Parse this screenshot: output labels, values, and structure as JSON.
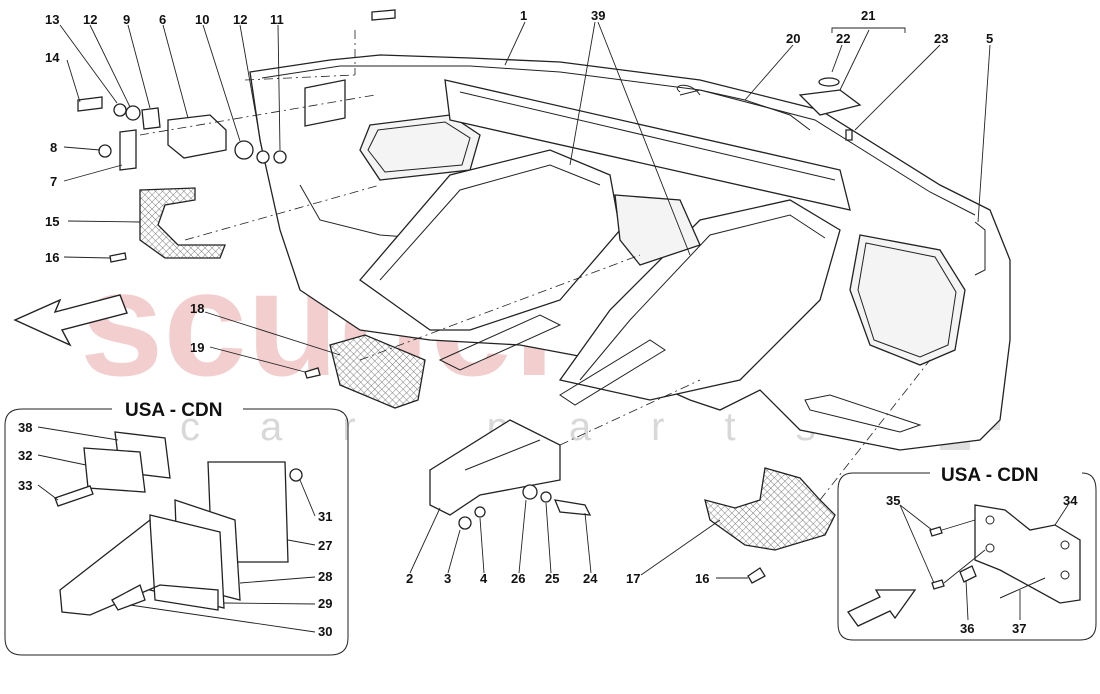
{
  "watermark": {
    "brand": "scuderia",
    "subtitle": "car parts"
  },
  "insets": {
    "left_title": "USA - CDN",
    "right_title": "USA - CDN"
  },
  "callouts": {
    "c1": "1",
    "c2": "2",
    "c3": "3",
    "c4": "4",
    "c5": "5",
    "c6": "6",
    "c7": "7",
    "c8": "8",
    "c9": "9",
    "c10": "10",
    "c11": "11",
    "c12a": "12",
    "c12b": "12",
    "c13": "13",
    "c14": "14",
    "c15": "15",
    "c16a": "16",
    "c16b": "16",
    "c17": "17",
    "c18": "18",
    "c19": "19",
    "c20": "20",
    "c21": "21",
    "c22": "22",
    "c23": "23",
    "c24": "24",
    "c25": "25",
    "c26": "26",
    "c27": "27",
    "c28": "28",
    "c29": "29",
    "c30": "30",
    "c31": "31",
    "c32": "32",
    "c33": "33",
    "c34": "34",
    "c35": "35",
    "c36": "36",
    "c37": "37",
    "c38": "38",
    "c39": "39"
  },
  "colors": {
    "line": "#222222",
    "watermark_red": "#e9a7a7",
    "watermark_grey": "#d8d8d8",
    "checker": "#c9c9c9"
  }
}
